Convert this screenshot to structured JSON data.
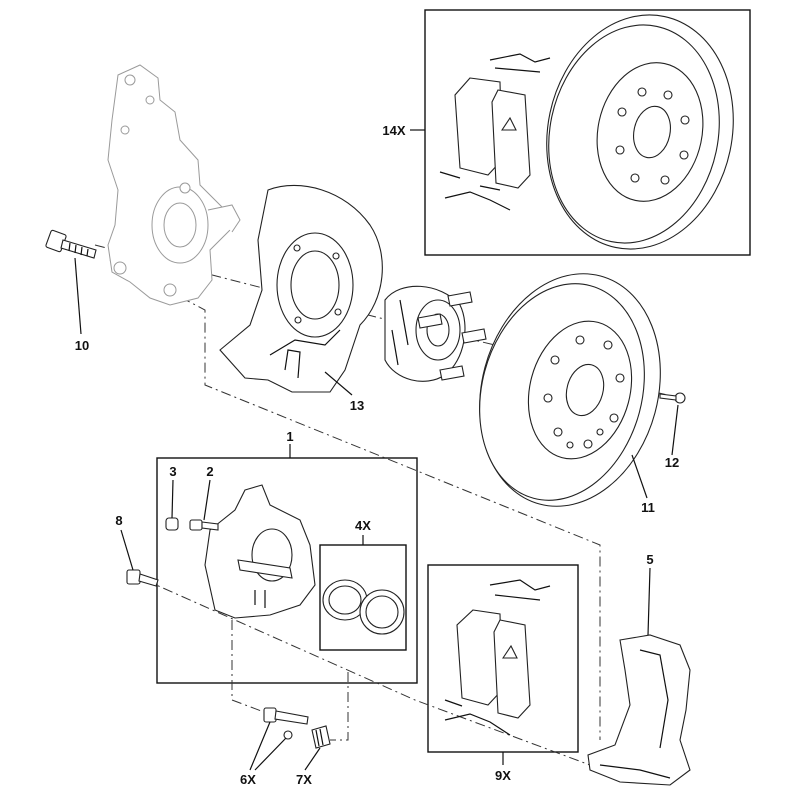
{
  "callouts": {
    "c1": "1",
    "c2": "2",
    "c3": "3",
    "c4x": "4X",
    "c5": "5",
    "c6x": "6X",
    "c7x": "7X",
    "c8": "8",
    "c9x": "9X",
    "c10": "10",
    "c11": "11",
    "c12": "12",
    "c13": "13",
    "c14x": "14X"
  }
}
